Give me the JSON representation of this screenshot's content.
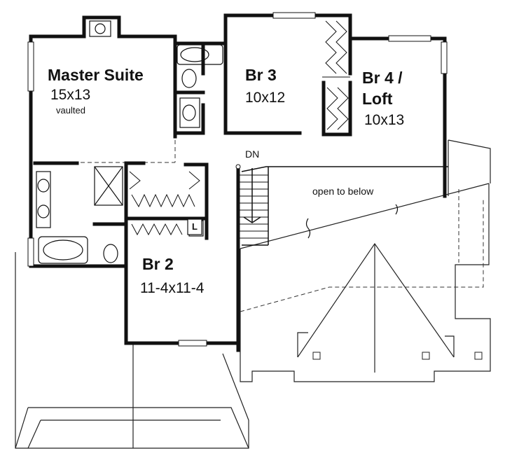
{
  "rooms": {
    "master": {
      "name": "Master Suite",
      "size": "15x13",
      "note": "vaulted"
    },
    "br3": {
      "name": "Br 3",
      "size": "10x12"
    },
    "br4": {
      "name": "Br 4 /",
      "name2": "Loft",
      "size": "10x13"
    },
    "br2": {
      "name": "Br 2",
      "size": "11-4x11-4"
    }
  },
  "labels": {
    "stairs": "DN",
    "open": "open to below",
    "linen": "L"
  },
  "colors": {
    "ink": "#111111",
    "paper": "#ffffff"
  }
}
